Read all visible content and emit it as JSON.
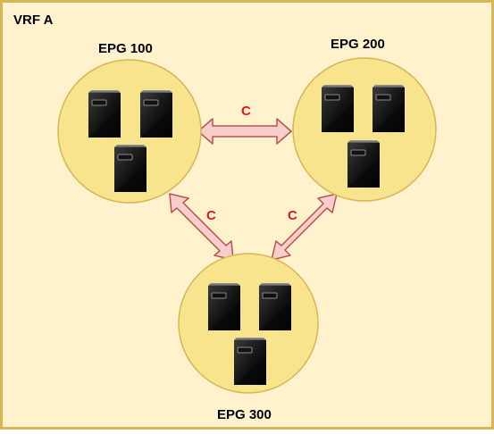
{
  "vrf": {
    "label": "VRF A",
    "border_color": "#d6b656",
    "fill_color": "#fff2cc"
  },
  "epgs": [
    {
      "label": "EPG 100",
      "servers": 3
    },
    {
      "label": "EPG 200",
      "servers": 3
    },
    {
      "label": "EPG 300",
      "servers": 3
    }
  ],
  "epg_style": {
    "fill_color": "#f8e48c",
    "border_color": "#d6b656"
  },
  "contracts": [
    {
      "label": "C",
      "between": [
        "EPG 100",
        "EPG 200"
      ]
    },
    {
      "label": "C",
      "between": [
        "EPG 100",
        "EPG 300"
      ]
    },
    {
      "label": "C",
      "between": [
        "EPG 200",
        "EPG 300"
      ]
    }
  ],
  "contract_style": {
    "arrow_fill": "#f8cecc",
    "arrow_stroke": "#b85450",
    "label_color": "#e0161a"
  },
  "icons": {
    "server": "server-icon"
  }
}
